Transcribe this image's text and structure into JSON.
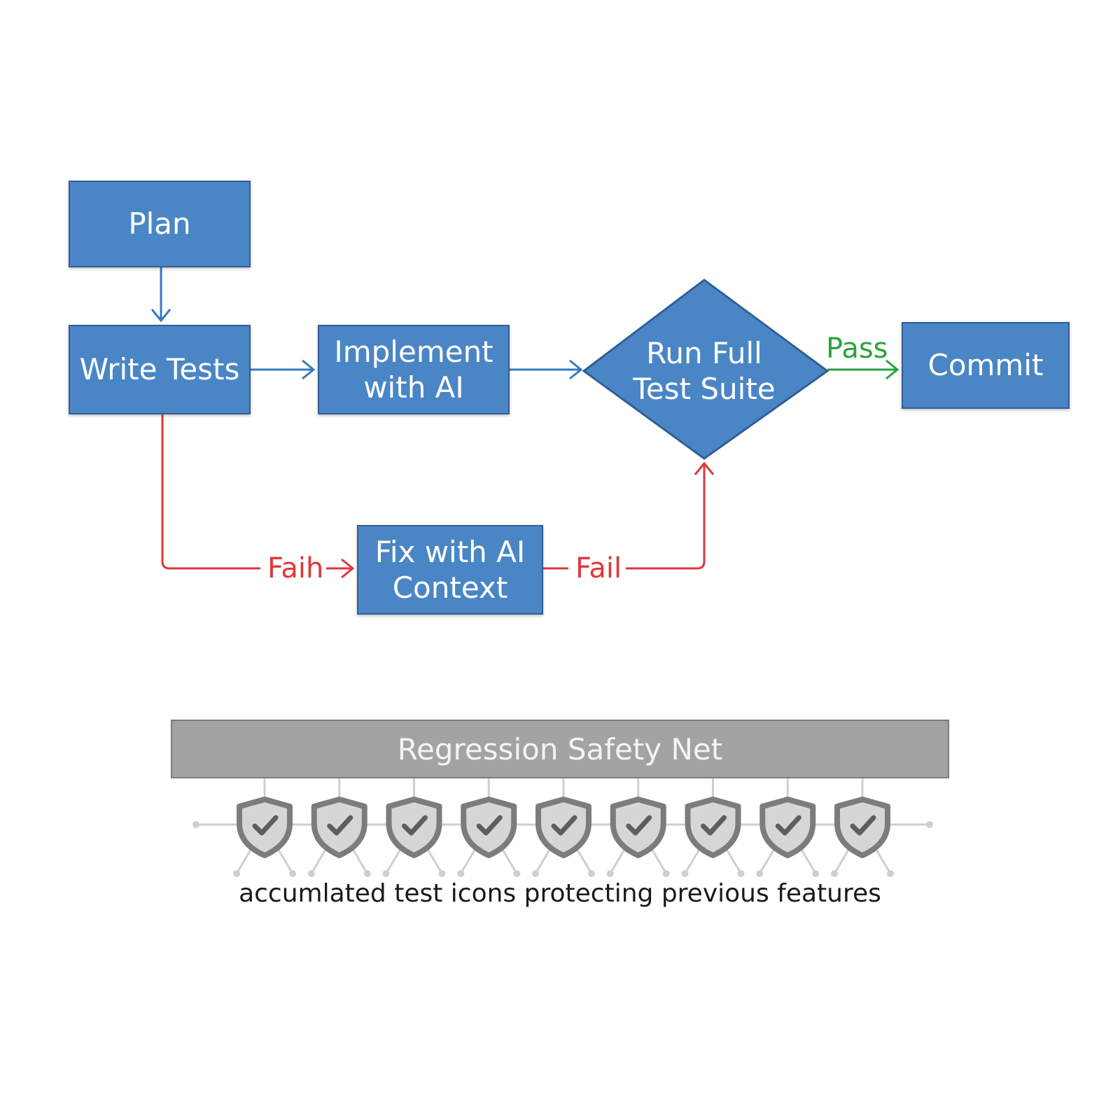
{
  "nodes": {
    "plan": "Plan",
    "write_tests": "Write Tests",
    "implement": "Implement\nwith AI",
    "run_suite": "Run Full\nTest Suite",
    "commit": "Commit",
    "fix": "Fix with AI\nContext"
  },
  "edges": {
    "pass": "Pass",
    "fail_left": "Faih",
    "fail_right": "Fail"
  },
  "colors": {
    "box_fill": "#4a86c5",
    "box_border": "#2f5f96",
    "flow_arrow": "#3a78c0",
    "fail_arrow": "#e0363a",
    "pass_arrow": "#2aa33c",
    "net_bar": "#a3a3a3",
    "shield": "#7c7c7c"
  },
  "safety_net": {
    "title": "Regression Safety Net",
    "shield_count": 9,
    "icon": "shield-check-icon",
    "caption": "accumlated test icons protecting previous features"
  }
}
